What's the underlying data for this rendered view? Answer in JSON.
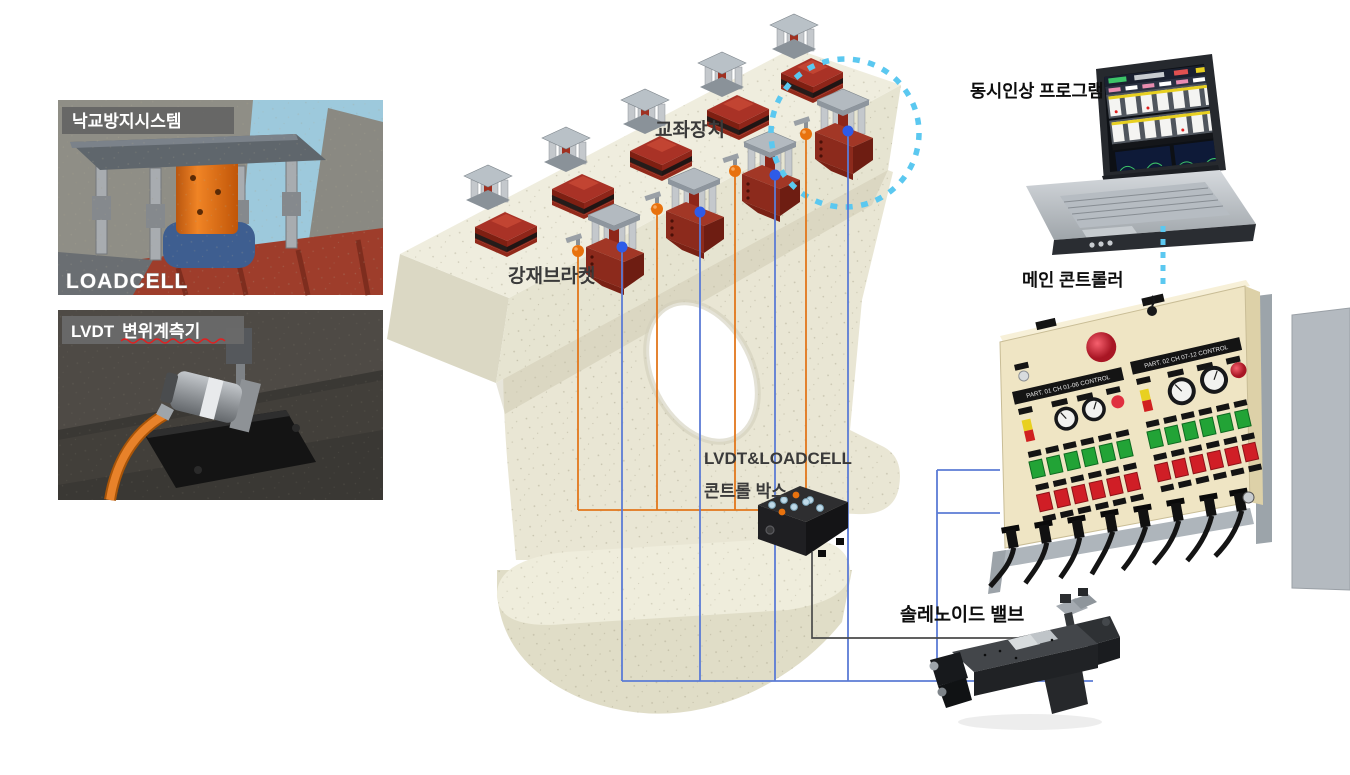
{
  "insets": {
    "fall_prevention": {
      "title": "낙교방지시스템",
      "caption": "LOADCELL"
    },
    "lvdt": {
      "title_prefix": "LVDT",
      "title_main": "변위계측기"
    }
  },
  "pier": {
    "bearing_label": "교좌장치",
    "bracket_label": "강재브라켓"
  },
  "control_box": {
    "label_line1": "LVDT&LOADCELL",
    "label_line2": "콘트롤 박스"
  },
  "laptop": {
    "label": "동시인상 프로그램"
  },
  "controller": {
    "label": "메인 콘트롤러",
    "section1_title": "PART. 01 CH 01-06 CONTROL",
    "section2_title": "PART. 02 CH 07-12 CONTROL"
  },
  "valve": {
    "label": "솔레노이드 밸브"
  },
  "colors": {
    "orange_line": "#E2761B",
    "blue_line": "#5B7BD5",
    "black_line": "#4a4a4a",
    "dashed_highlight": "#5BC8F0",
    "concrete": "#E9E6D4",
    "bearing_red": "#8E2519",
    "bracket_red": "#8C2A1C",
    "panel_cream": "#EFE5C4",
    "jack_silver": "#C4C8CC",
    "sensor_orange": "#E8720E",
    "dot_blue": "#2E5BE8"
  }
}
